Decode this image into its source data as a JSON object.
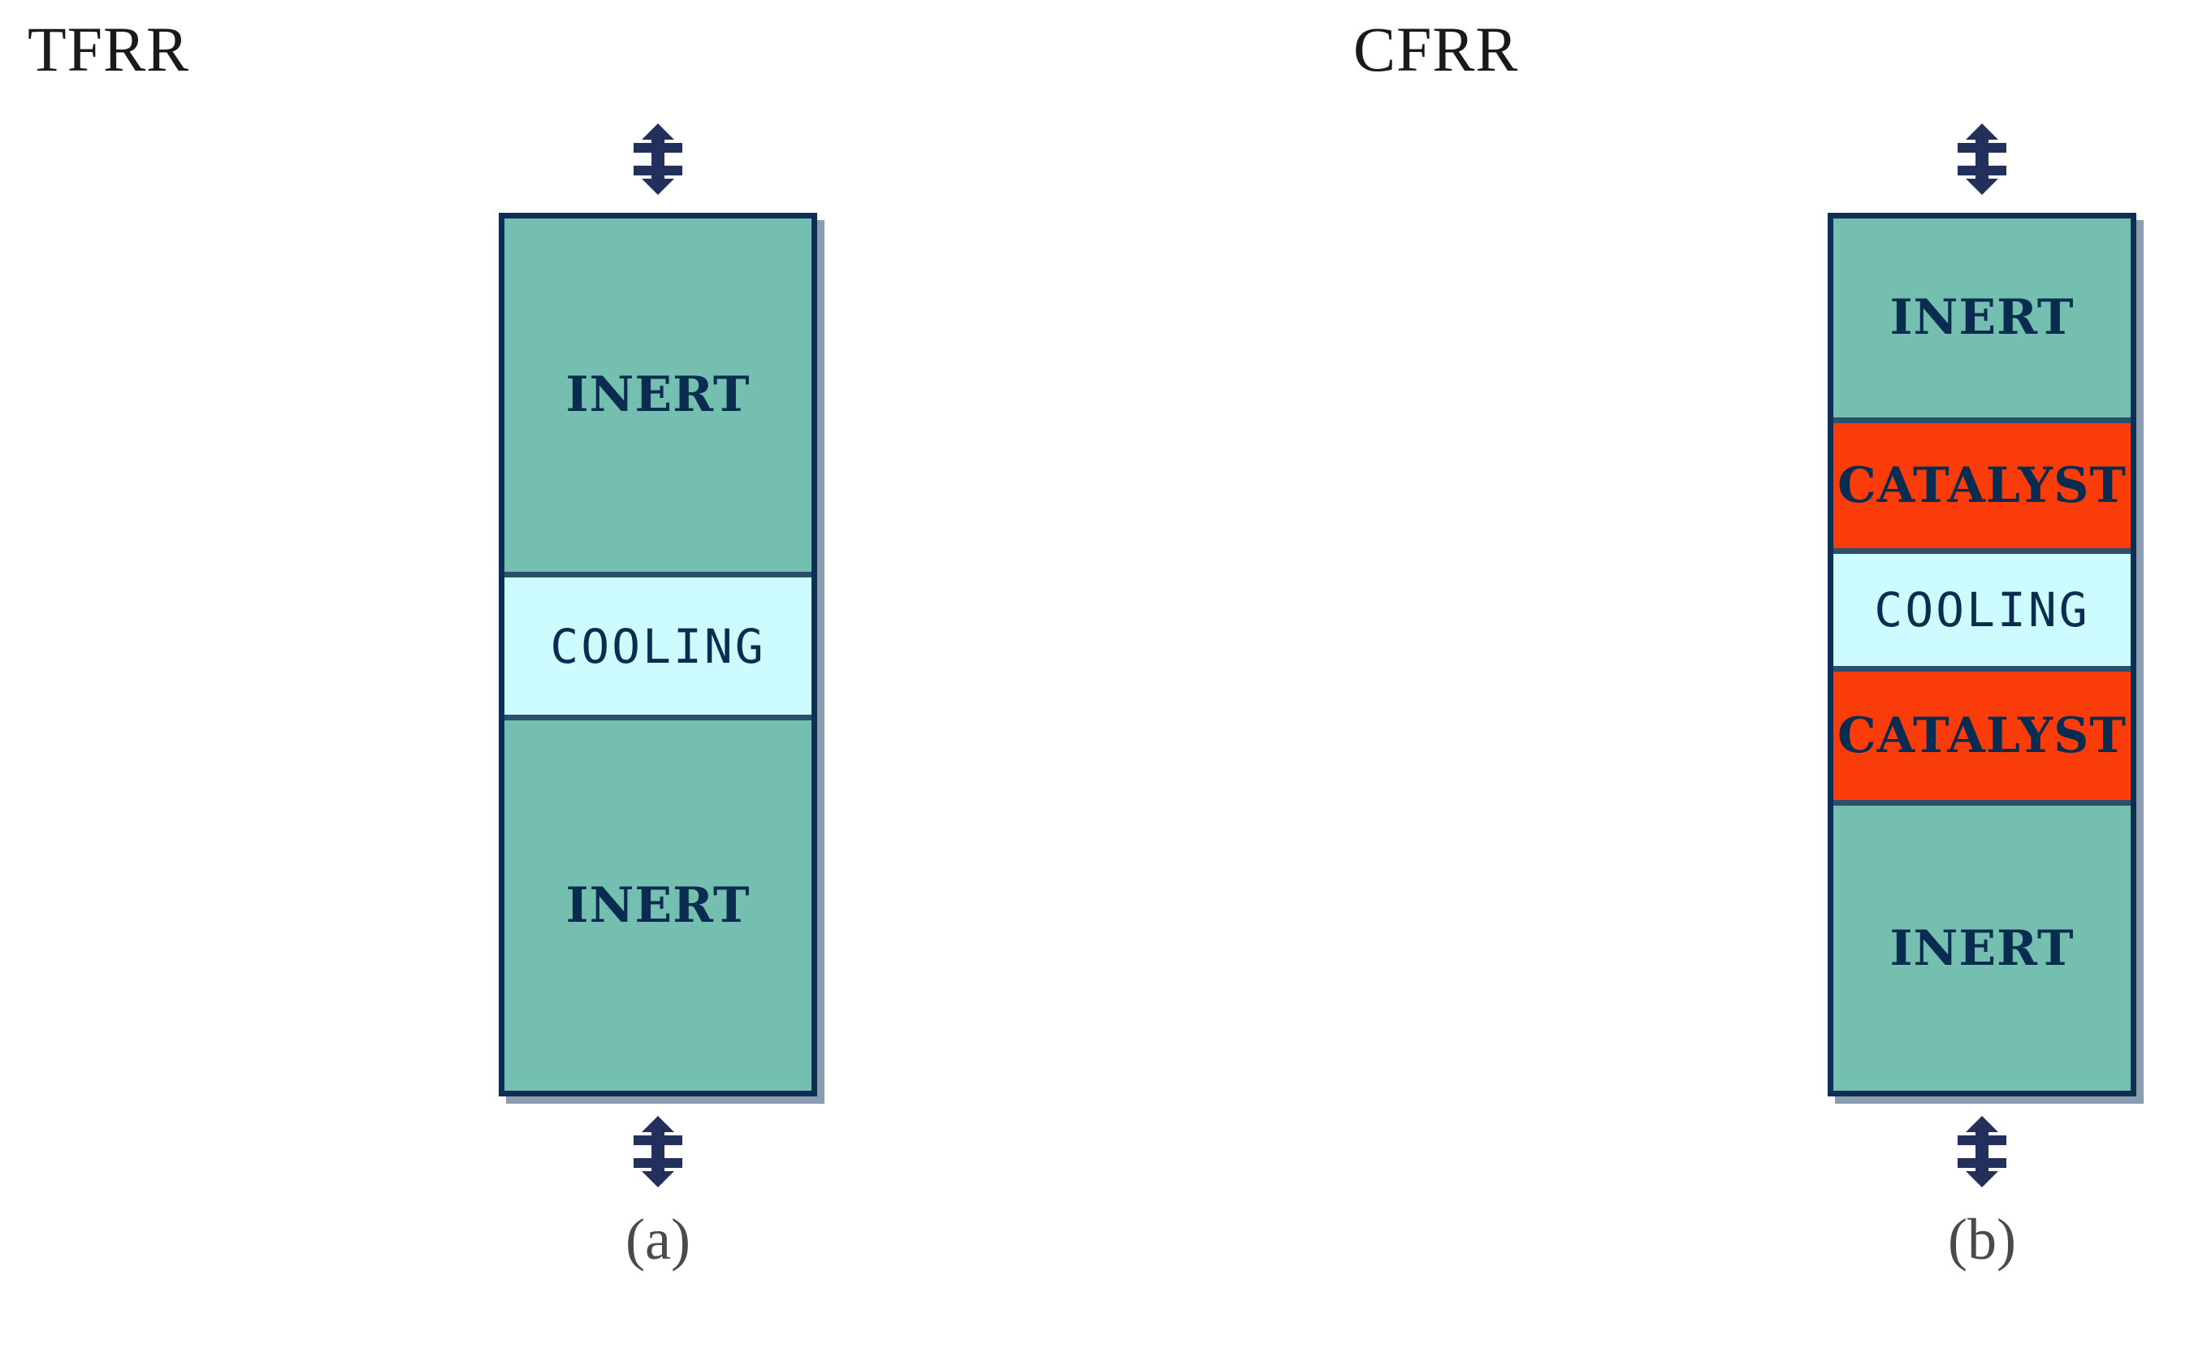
{
  "figure": {
    "background_color": "#ffffff",
    "palette": {
      "inert_fill": "#74bfaf",
      "cooling_fill": "#ccfcff",
      "catalyst_fill": "#fa3c0a",
      "outline": "#0e2f55",
      "label_text": "#0b2c51",
      "caption_text": "#1a1a1a",
      "shadow": "#8194a5"
    }
  },
  "reactors": [
    {
      "key": "tfrr",
      "acronym": "TFRR",
      "subcaption": "(a)",
      "inlet_arrow_icon": "double-headed-vertical-arrow",
      "outlet_arrow_icon": "double-headed-vertical-arrow",
      "bands": [
        {
          "label": "INERT",
          "type": "inert",
          "height_pct": 40.5,
          "style": "bold"
        },
        {
          "label": "COOLING",
          "type": "cooling",
          "height_pct": 16.4,
          "style": "mono"
        },
        {
          "label": "INERT",
          "type": "inert",
          "height_pct": 43.1,
          "style": "bold"
        }
      ]
    },
    {
      "key": "cfrr",
      "acronym": "CFRR",
      "subcaption": "(b)",
      "inlet_arrow_icon": "double-headed-vertical-arrow",
      "outlet_arrow_icon": "double-headed-vertical-arrow",
      "bands": [
        {
          "label": "INERT",
          "type": "inert",
          "height_pct": 22.8,
          "style": "bold"
        },
        {
          "label": "CATALYST",
          "type": "catalyst",
          "height_pct": 15.0,
          "style": "bold"
        },
        {
          "label": "COOLING",
          "type": "cooling",
          "height_pct": 13.5,
          "style": "mono"
        },
        {
          "label": "CATALYST",
          "type": "catalyst",
          "height_pct": 15.4,
          "style": "bold"
        },
        {
          "label": "INERT",
          "type": "inert",
          "height_pct": 33.3,
          "style": "bold"
        }
      ]
    }
  ]
}
